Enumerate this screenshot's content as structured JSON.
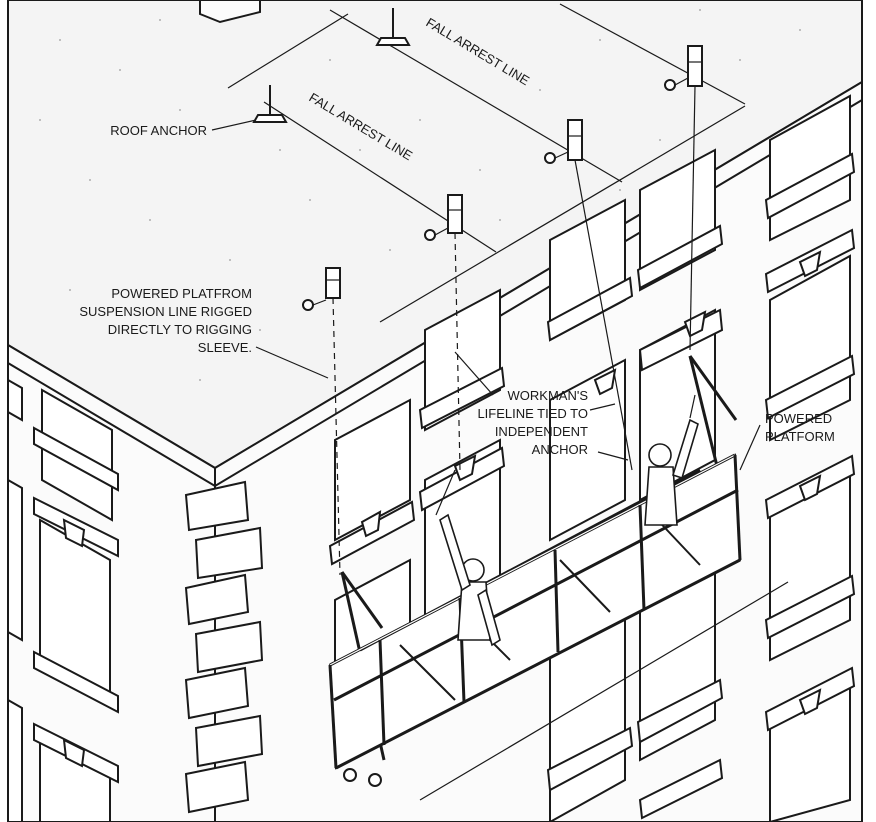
{
  "labels": {
    "fall_arrest_line_1": "FALL ARREST LINE",
    "fall_arrest_line_2": "FALL ARREST LINE",
    "roof_anchor": "ROOF ANCHOR",
    "suspension_line_1": "POWERED PLATFROM",
    "suspension_line_2": "SUSPENSION LINE RIGGED",
    "suspension_line_3": "DIRECTLY TO RIGGING",
    "suspension_line_4": "SLEEVE.",
    "lifeline_1": "WORKMAN'S",
    "lifeline_2": "LIFELINE TIED TO",
    "lifeline_3": "INDEPENDENT",
    "lifeline_4": "ANCHOR",
    "platform_1": "POWERED",
    "platform_2": "PLATFORM"
  }
}
